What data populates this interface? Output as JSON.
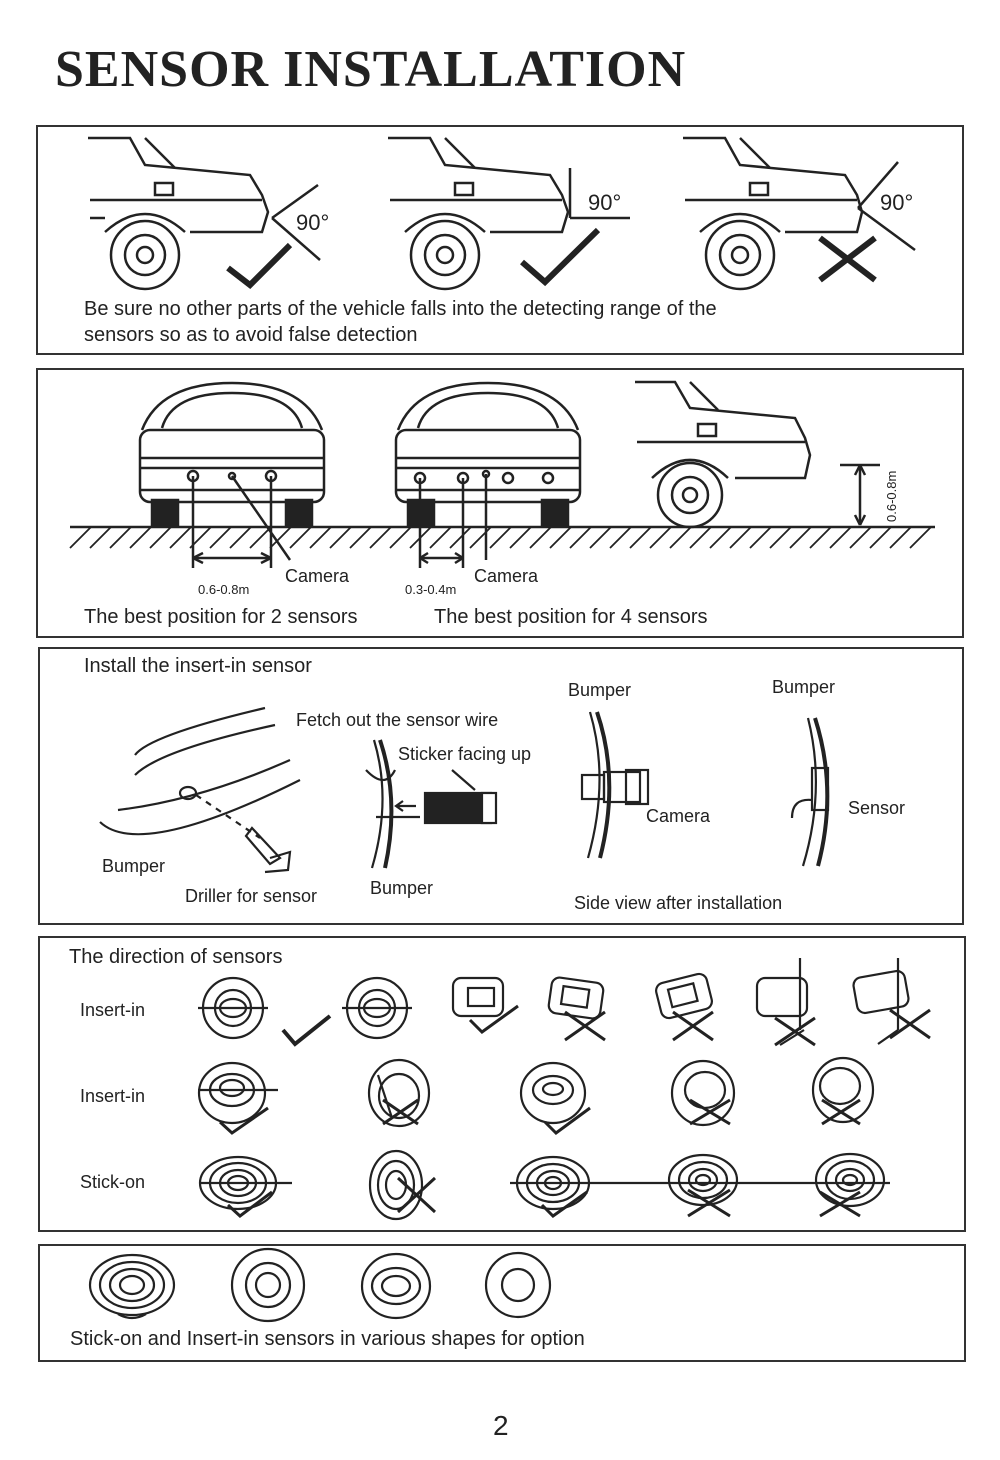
{
  "title": "SENSOR INSTALLATION",
  "panel1": {
    "angle_labels": [
      "90°",
      "90°",
      "90°"
    ],
    "caption_line1": "Be sure no other parts of the vehicle falls into the detecting range of the",
    "caption_line2": "sensors so as to avoid false detection"
  },
  "panel2": {
    "dist_2": "0.6-0.8m",
    "camera_1": "Camera",
    "dist_4": "0.3-0.4m",
    "camera_2": "Camera",
    "height": "0.6-0.8m",
    "caption_2": "The best position for 2 sensors",
    "caption_4": "The best position for 4 sensors"
  },
  "panel3": {
    "heading": "Install the insert-in sensor",
    "fetch": "Fetch out the sensor wire",
    "sticker": "Sticker facing up",
    "bumper_left": "Bumper",
    "driller": "Driller for sensor",
    "bumper_mid": "Bumper",
    "bumper_cam": "Bumper",
    "camera": "Camera",
    "bumper_sensor": "Bumper",
    "sensor": "Sensor",
    "side_view": "Side view after installation"
  },
  "panel4": {
    "heading": "The direction of sensors",
    "row1_label": "Insert-in",
    "row2_label": "Insert-in",
    "row3_label": "Stick-on"
  },
  "panel5": {
    "caption": "Stick-on and Insert-in sensors in various shapes for option"
  },
  "page_number": "2"
}
